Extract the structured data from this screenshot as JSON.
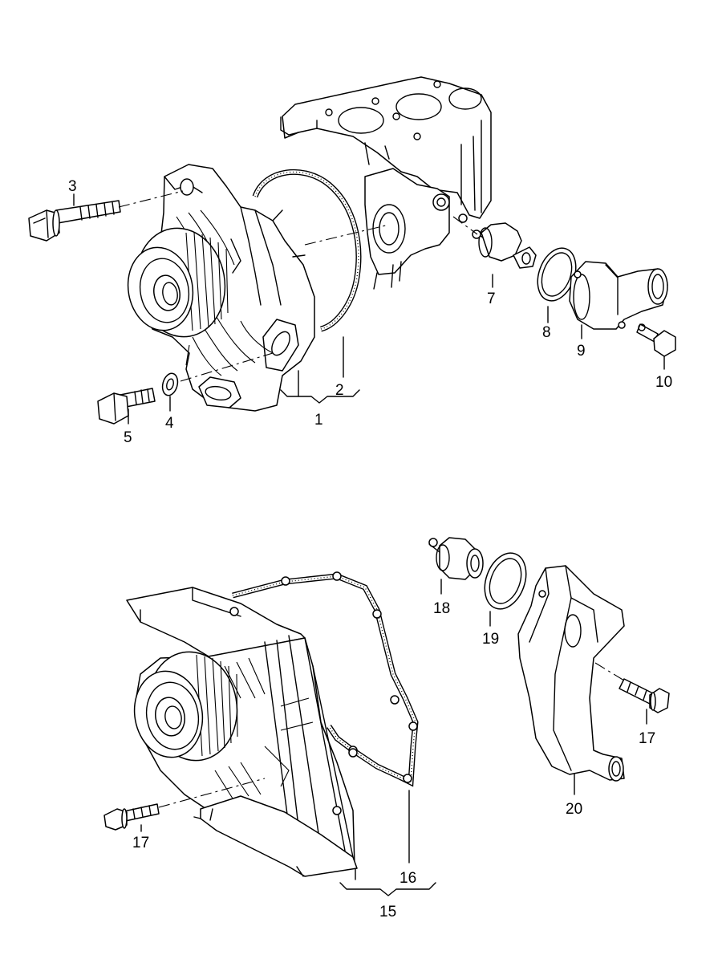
{
  "parts": {
    "p1": "1",
    "p2": "2",
    "p3": "3",
    "p4": "4",
    "p5": "5",
    "p7": "7",
    "p8": "8",
    "p9": "9",
    "p10": "10",
    "p15": "15",
    "p16": "16",
    "p17a": "17",
    "p17b": "17",
    "p18": "18",
    "p19": "19",
    "p20": "20"
  },
  "colors": {
    "line": "#000000",
    "background": "#ffffff"
  }
}
